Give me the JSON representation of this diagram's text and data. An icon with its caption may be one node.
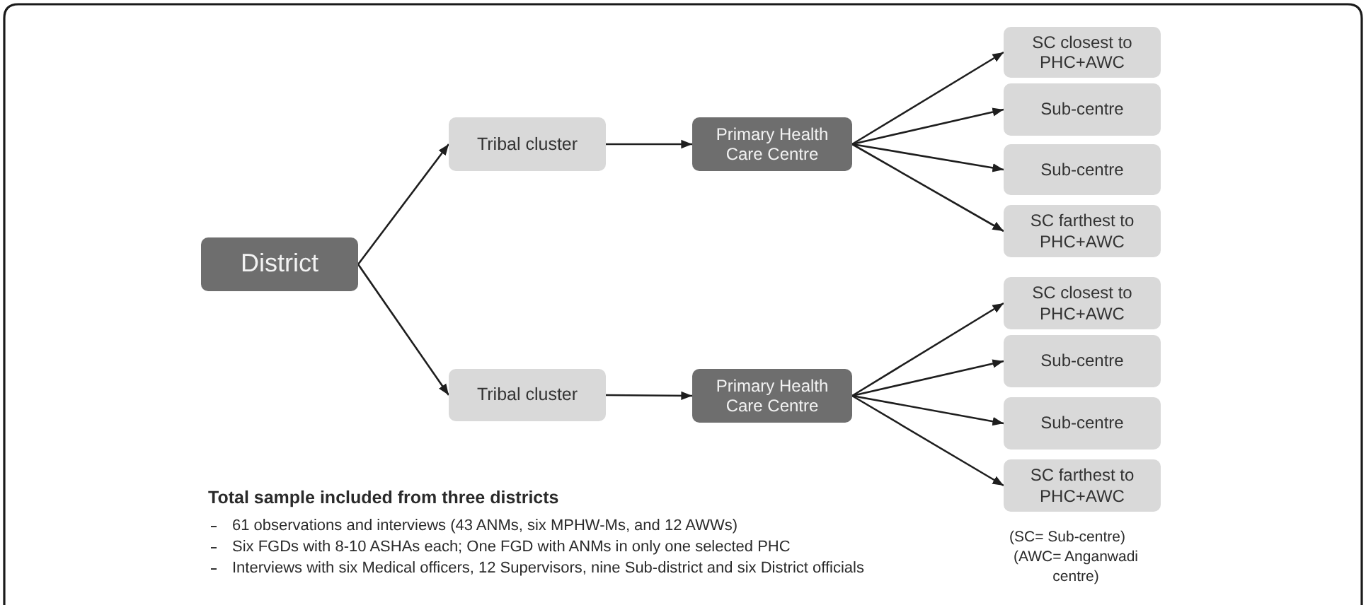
{
  "diagram": {
    "nodes": [
      {
        "text": [
          "District"
        ]
      },
      {
        "text": [
          "Tribal cluster"
        ]
      },
      {
        "text": [
          "Primary Health Care Centre"
        ]
      },
      {
        "text": [
          "SC closest to PHC+AWC"
        ]
      },
      {
        "text": [
          "Sub-centre"
        ]
      },
      {
        "text": [
          "Sub-centre"
        ]
      },
      {
        "text": [
          "SC farthest to PHC+AWC"
        ]
      },
      {
        "text": [
          "Tribal cluster"
        ]
      },
      {
        "text": [
          "Primary Health Care Centre"
        ]
      },
      {
        "text": [
          "SC closest to PHC+AWC"
        ]
      },
      {
        "text": [
          "Sub-centre"
        ]
      },
      {
        "text": [
          "Sub-centre"
        ]
      },
      {
        "text": [
          "SC farthest to PHC+AWC"
        ]
      }
    ],
    "edges": [
      {
        "from": 0,
        "to": 1,
        "arrow": "to"
      },
      {
        "from": 0,
        "to": 7,
        "arrow": "to"
      },
      {
        "from": 1,
        "to": 2,
        "arrow": "to"
      },
      {
        "from": 2,
        "to": 3,
        "arrow": "to"
      },
      {
        "from": 2,
        "to": 4,
        "arrow": "to"
      },
      {
        "from": 2,
        "to": 5,
        "arrow": "to"
      },
      {
        "from": 2,
        "to": 6,
        "arrow": "to"
      },
      {
        "from": 7,
        "to": 8,
        "arrow": "to"
      },
      {
        "from": 8,
        "to": 9,
        "arrow": "to"
      },
      {
        "from": 8,
        "to": 10,
        "arrow": "to"
      },
      {
        "from": 8,
        "to": 11,
        "arrow": "to"
      },
      {
        "from": 8,
        "to": 12,
        "arrow": "to"
      }
    ],
    "labels": [
      "Total sample included from three districts",
      "61 observations and interviews (43 ANMs, six MPHW-Ms, and 12 AWWs)",
      "Six FGDs with 8-10 ASHAs each; One FGD with ANMs in only one selected PHC",
      "Interviews with six Medical officers, 12 Supervisors, nine Sub-district and six District officials",
      "(SC= Sub-centre)",
      "(AWC= Anganwadi centre)"
    ]
  }
}
